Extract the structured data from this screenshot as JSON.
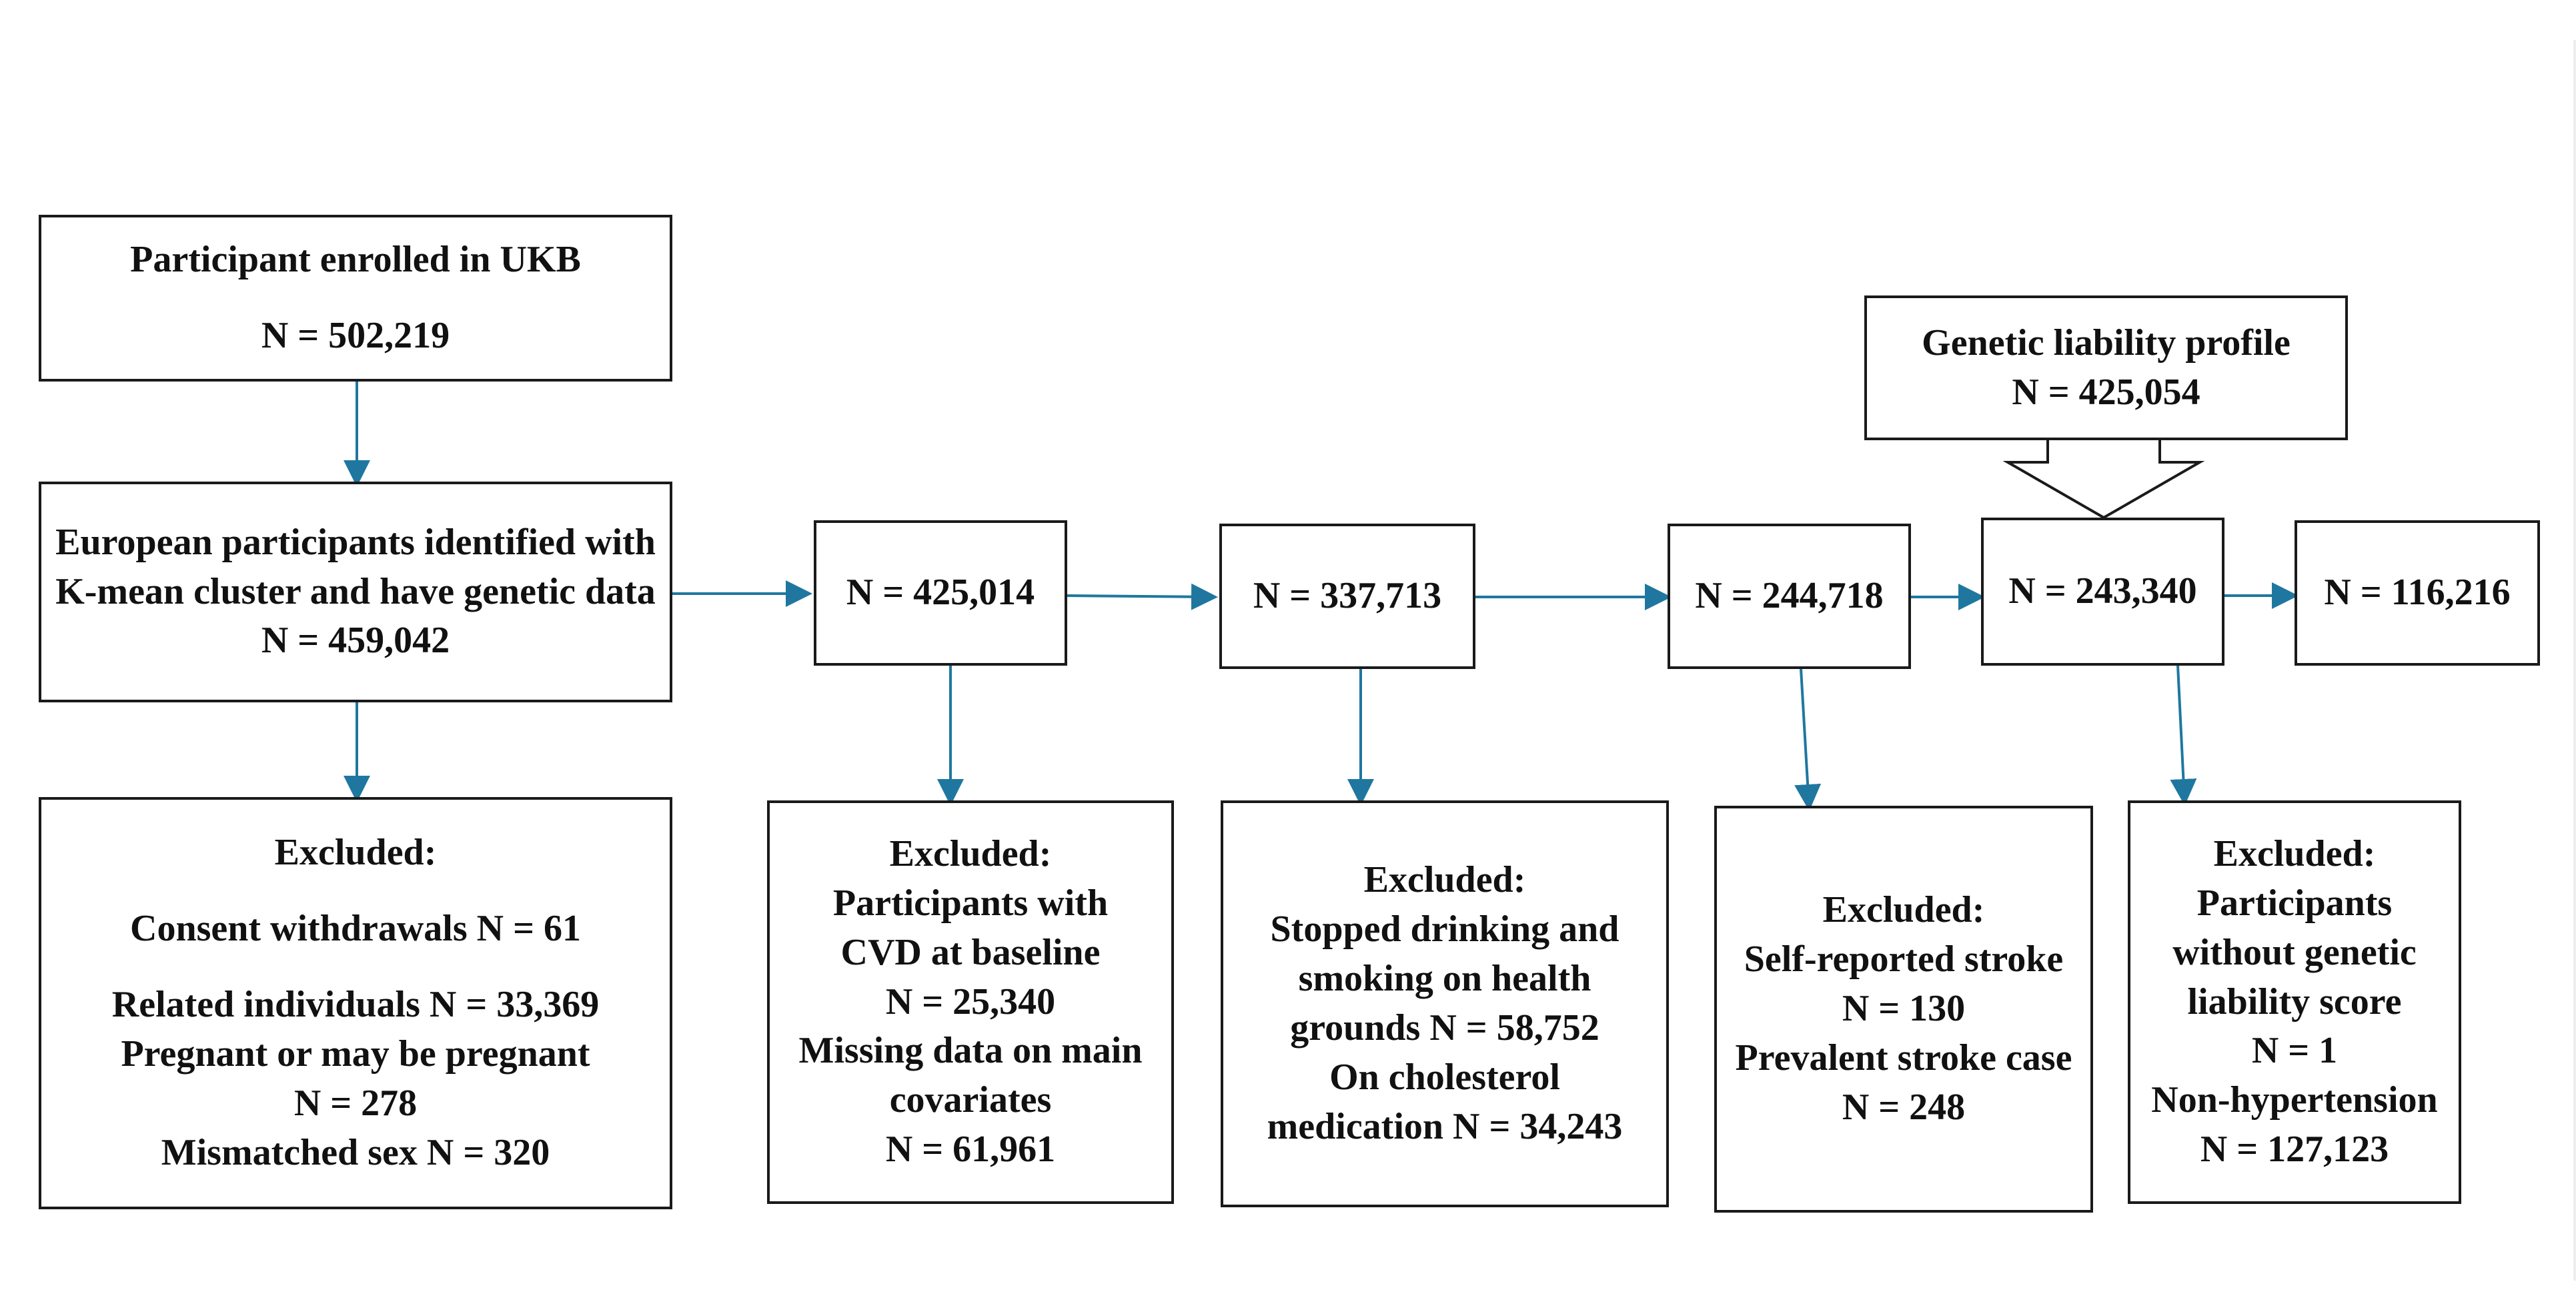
{
  "colors": {
    "arrow": "#1f77a0",
    "border": "#1a1a1a",
    "text": "#111111"
  },
  "enrolled": {
    "title": "Participant enrolled in UKB",
    "n": "N = 502,219"
  },
  "european": {
    "line1": "European participants identified with",
    "line2": "K-mean cluster and have genetic data",
    "n": "N = 459,042"
  },
  "excluded1": {
    "heading": "Excluded:",
    "consent": "Consent withdrawals N = 61",
    "related": "Related individuals N = 33,369",
    "pregnant": "Pregnant or may be pregnant",
    "pregnant_n": "N = 278",
    "mismatched": "Mismatched sex N =  320"
  },
  "step2": {
    "n": "N = 425,014"
  },
  "excluded2": {
    "heading": "Excluded:",
    "l1": "Participants with",
    "l2": "CVD at baseline",
    "l3": "N = 25,340",
    "l4": "Missing data on main",
    "l5": "covariates",
    "l6": "N = 61,961"
  },
  "step3": {
    "n": "N = 337,713"
  },
  "excluded3": {
    "heading": "Excluded:",
    "l1": "Stopped drinking and",
    "l2": "smoking on health",
    "l3": "grounds N = 58,752",
    "l4": "On cholesterol",
    "l5": "medication N = 34,243"
  },
  "step4": {
    "n": "N = 244,718"
  },
  "excluded4": {
    "heading": "Excluded:",
    "l1": "Self-reported stroke",
    "l2": "N = 130",
    "l3": "Prevalent stroke case",
    "l4": "N = 248"
  },
  "genetic": {
    "title": "Genetic liability profile",
    "n": "N = 425,054"
  },
  "step5": {
    "n": "N = 243,340"
  },
  "excluded5": {
    "heading": "Excluded:",
    "l1": "Participants",
    "l2": "without genetic",
    "l3": "liability score",
    "l4": "N = 1",
    "l5": "Non-hypertension",
    "l6": "N = 127,123"
  },
  "final": {
    "n": "N = 116,216"
  }
}
